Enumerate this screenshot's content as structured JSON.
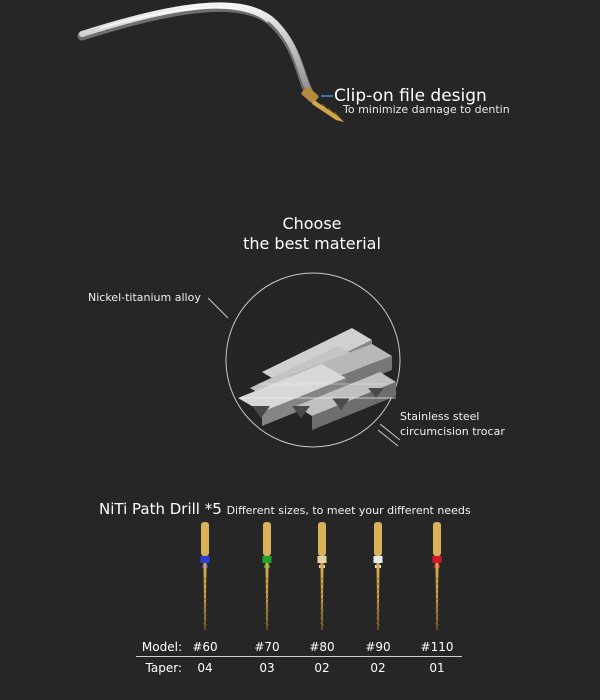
{
  "callout": {
    "title": "Clip-on file design",
    "subtitle": "To minimize damage to dentin"
  },
  "material": {
    "heading_line1": "Choose",
    "heading_line2": "the best material",
    "label_top": "Nickel-titanium alloy",
    "label_bottom_line1": "Stainless steel",
    "label_bottom_line2": "circumcision trocar"
  },
  "drills": {
    "title": "NiTi Path Drill *5",
    "subtitle": "Different sizes, to meet your different needs",
    "model_label": "Model:",
    "taper_label": "Taper:",
    "items": [
      {
        "model": "#60",
        "taper": "04",
        "color": "#2a3fd6"
      },
      {
        "model": "#70",
        "taper": "03",
        "color": "#1fa52c"
      },
      {
        "model": "#80",
        "taper": "02",
        "color": "#e4d6a8"
      },
      {
        "model": "#90",
        "taper": "02",
        "color": "#e9e9e9"
      },
      {
        "model": "#110",
        "taper": "01",
        "color": "#d4152a"
      }
    ]
  }
}
